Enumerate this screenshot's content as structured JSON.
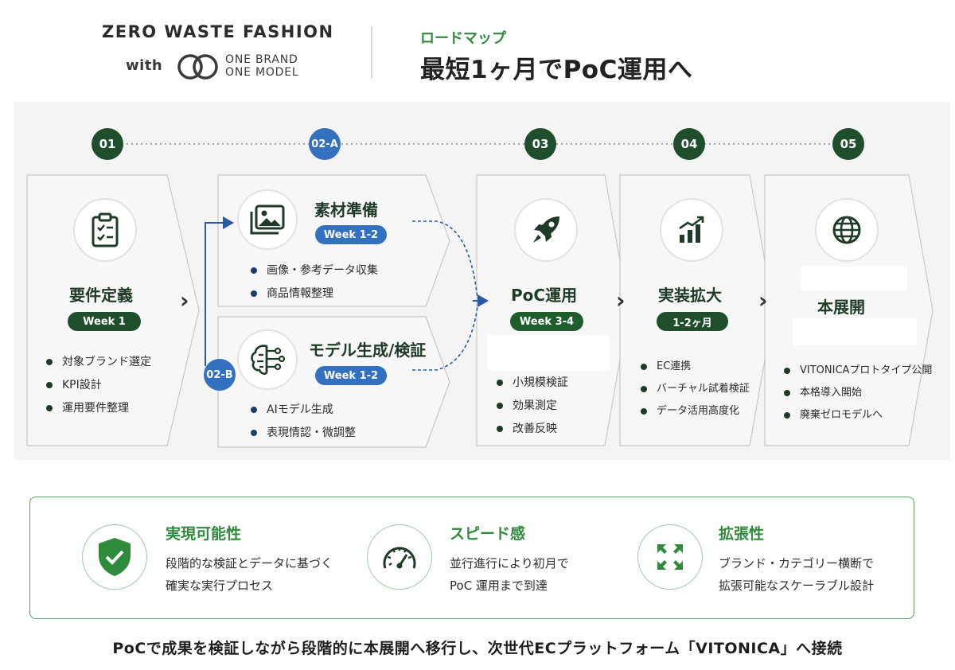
{
  "header": {
    "brand_line": "ZERO WASTE FASHION",
    "with": "with",
    "one_brand": "ONE BRAND",
    "one_model": "ONE MODEL",
    "roadmap_label": "ロードマップ",
    "roadmap_title": "最短1ヶ月でPoC運用へ"
  },
  "colors": {
    "dark_green": "#1f4e2c",
    "accent_green": "#2e8b3b",
    "blue": "#3370c0"
  },
  "steps": [
    {
      "num": "01",
      "title": "要件定義",
      "period": "Week 1",
      "icon": "clipboard-checklist-icon",
      "bullets": [
        "対象ブランド選定",
        "KPI設計",
        "運用要件整理"
      ]
    },
    {
      "num": "02-A",
      "title": "素材準備",
      "period": "Week 1-2",
      "icon": "image-gallery-icon",
      "bullets": [
        "画像・参考データ収集",
        "商品情報整理"
      ]
    },
    {
      "num": "02-B",
      "title": "モデル生成/検証",
      "period": "Week 1-2",
      "icon": "ai-brain-icon",
      "bullets": [
        "AIモデル生成",
        "表現情認・微調整"
      ]
    },
    {
      "num": "03",
      "title": "PoC運用",
      "period": "Week 3-4",
      "icon": "rocket-icon",
      "bullets": [
        "小規模検証",
        "効果測定",
        "改善反映"
      ]
    },
    {
      "num": "04",
      "title": "実装拡大",
      "period": "1-2ヶ月",
      "icon": "growth-chart-icon",
      "bullets": [
        "EC連携",
        "バーチャル試着検証",
        "データ活用高度化"
      ]
    },
    {
      "num": "05",
      "title": "本展開",
      "period": "",
      "icon": "globe-icon",
      "bullets": [
        "VITONICAプロトタイプ公開",
        "本格導入開始",
        "廃棄ゼロモデルへ"
      ]
    }
  ],
  "features": [
    {
      "title": "実現可能性",
      "line1": "段階的な検証とデータに基づく",
      "line2": "確実な実行プロセス",
      "icon": "shield-check-icon"
    },
    {
      "title": "スピード感",
      "line1": "並行進行により初月で",
      "line2": "PoC 運用まで到達",
      "icon": "speedometer-icon"
    },
    {
      "title": "拡張性",
      "line1": "ブランド・カテゴリー横断で",
      "line2": "拡張可能なスケーラブル設計",
      "icon": "expand-arrows-icon"
    }
  ],
  "footer": "PoCで成果を検証しながら段階的に本展開へ移行し、次世代ECプラットフォーム「VITONICA」へ接続"
}
